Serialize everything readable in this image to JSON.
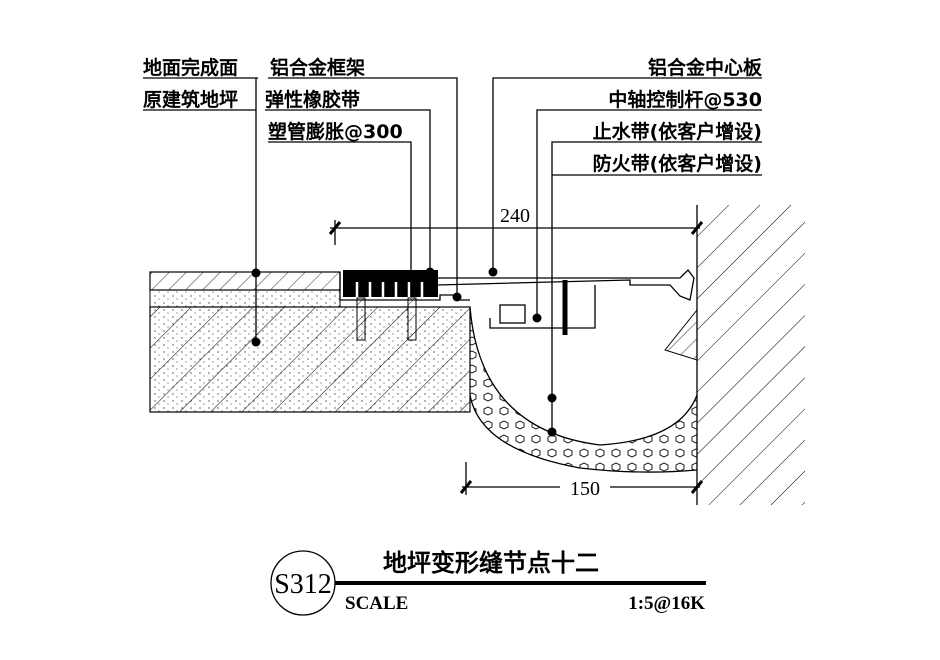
{
  "labels_left": [
    "地面完成面",
    "原建筑地坪"
  ],
  "labels_middle": [
    "铝合金框架",
    "弹性橡胶带",
    "塑管膨胀@300"
  ],
  "labels_right": [
    "铝合金中心板",
    "中轴控制杆@530",
    "止水带(依客户增设)",
    "防火带(依客户增设)"
  ],
  "dimensions": {
    "top": "240",
    "bottom": "150"
  },
  "title_block": {
    "drawing_no": "S312",
    "title": "地坪变形缝节点十二",
    "scale_label": "SCALE",
    "scale_value": "1:5@16K"
  }
}
